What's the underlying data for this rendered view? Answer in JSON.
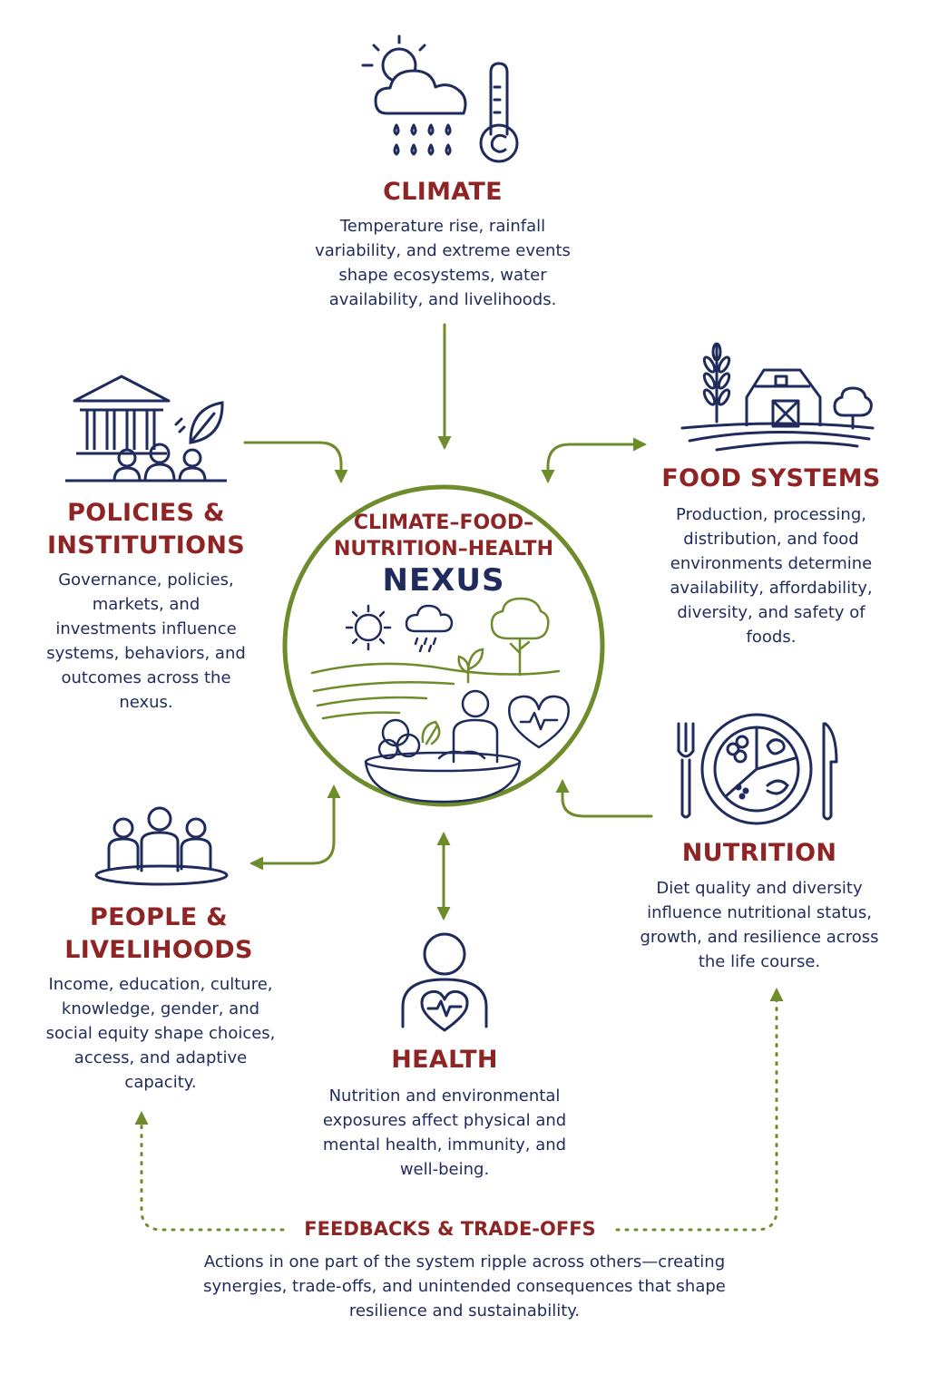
{
  "colors": {
    "navy": "#1f2b5c",
    "red": "#8e2424",
    "green": "#6e8c2b",
    "light_green": "#8aa83a"
  },
  "climate": {
    "title": "CLIMATE",
    "description": "Temperature rise, rainfall variability, and extreme events shape ecosystems, water availability, and livelihoods.",
    "icons": [
      "sun-cloud-rain-icon",
      "thermometer-icon"
    ]
  },
  "food_systems": {
    "title": "FOOD SYSTEMS",
    "description": "Production, processing, distribution, and food environments determine availability, affordability, diversity, and safety of foods.",
    "icons": [
      "wheat-icon",
      "barn-icon",
      "tree-icon"
    ]
  },
  "policies": {
    "title_line1": "POLICIES &",
    "title_line2": "INSTITUTIONS",
    "description": "Governance, policies, markets, and investments influence systems, behaviors, and outcomes across the nexus.",
    "icons": [
      "institution-building-icon",
      "people-icon",
      "leaf-icon"
    ]
  },
  "center": {
    "title_line1": "CLIMATE–FOOD–",
    "title_line2": "NUTRITION–HEALTH",
    "nexus_label": "NEXUS",
    "icons": [
      "sun-icon",
      "rain-cloud-icon",
      "tree-icon",
      "sprout-icon",
      "bowl-icon",
      "person-icon",
      "heart-pulse-icon"
    ]
  },
  "nutrition": {
    "title": "NUTRITION",
    "description": "Diet quality and diversity influence nutritional status, growth, and resilience across the life course.",
    "icons": [
      "fork-icon",
      "plate-icon",
      "knife-icon"
    ]
  },
  "people": {
    "title_line1": "PEOPLE &",
    "title_line2": "LIVELIHOODS",
    "description": "Income, education, culture, knowledge, gender, and social equity shape choices, access, and adaptive capacity.",
    "icons": [
      "community-icon"
    ]
  },
  "health": {
    "title": "HEALTH",
    "description": "Nutrition and environmental exposures affect physical and mental health, immunity, and well-being.",
    "icons": [
      "person-heart-icon"
    ]
  },
  "feedbacks": {
    "title": "FEEDBACKS & TRADE-OFFS",
    "description": "Actions in one part of the system ripple across others—creating synergies, trade-offs, and unintended consequences that shape resilience and sustainability."
  }
}
